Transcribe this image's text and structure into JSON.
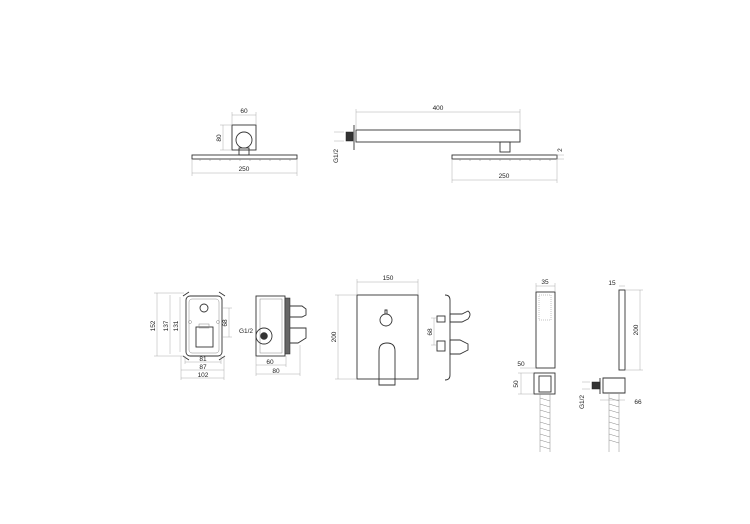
{
  "overhead_shower_front": {
    "width_bracket": "60",
    "height_bracket": "80",
    "head_width": "250"
  },
  "overhead_shower_side": {
    "arm_length": "400",
    "thread": "G1/2",
    "head_thickness": "2",
    "head_width": "250"
  },
  "concealed_box_front": {
    "height_outer": "152",
    "height_mid": "137",
    "height_inner": "131",
    "outlet_spacing": "68",
    "width_inner": "81",
    "width_mid": "87",
    "width_outer": "102"
  },
  "concealed_box_side": {
    "thread": "G1/2",
    "depth_inner": "60",
    "depth_outer": "80"
  },
  "trim_plate_front": {
    "width": "150",
    "height": "200"
  },
  "trim_plate_side": {
    "spacing": "68"
  },
  "hand_shower_front": {
    "width": "35",
    "neck": "50",
    "holder_height": "50"
  },
  "hand_shower_side": {
    "thickness": "15",
    "length": "200",
    "thread": "G1/2",
    "projection": "66"
  }
}
